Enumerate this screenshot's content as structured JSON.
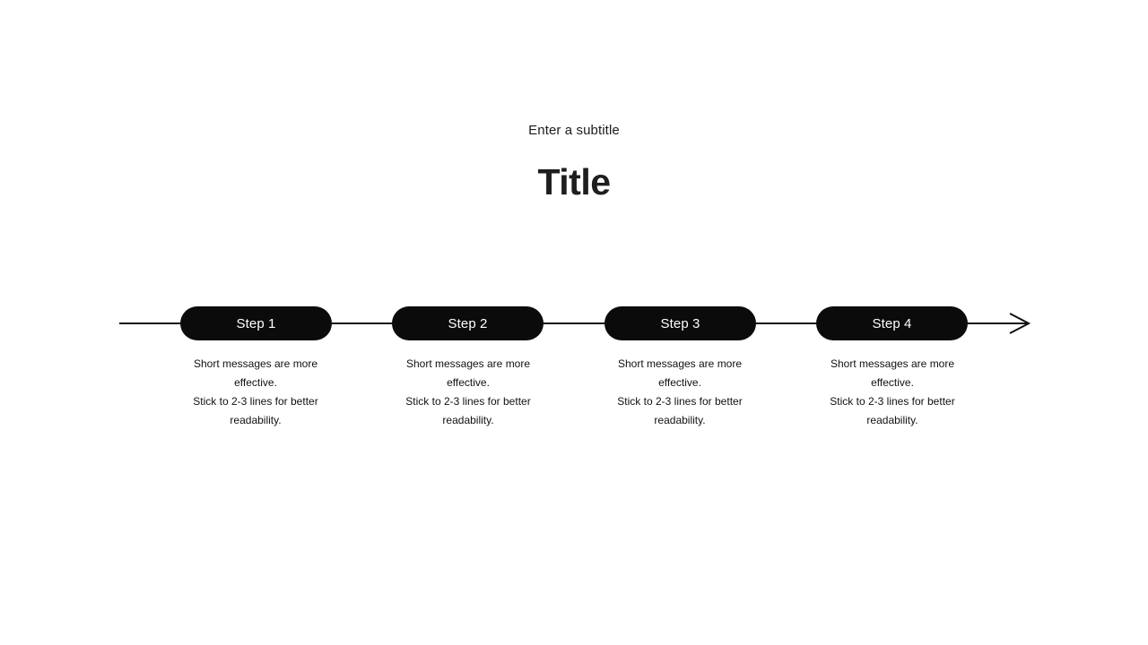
{
  "header": {
    "subtitle": "Enter a subtitle",
    "title": "Title"
  },
  "steps": [
    {
      "label": "Step 1",
      "desc_lines": [
        "Short messages are more",
        "effective.",
        "Stick to 2-3 lines for better",
        "readability."
      ]
    },
    {
      "label": "Step 2",
      "desc_lines": [
        "Short messages are more",
        "effective.",
        "Stick to 2-3 lines for better",
        "readability."
      ]
    },
    {
      "label": "Step 3",
      "desc_lines": [
        "Short messages are more",
        "effective.",
        "Stick to 2-3 lines for better",
        "readability."
      ]
    },
    {
      "label": "Step 4",
      "desc_lines": [
        "Short messages are more",
        "effective.",
        "Stick to 2-3 lines for better",
        "readability."
      ]
    }
  ],
  "colors": {
    "background": "#ffffff",
    "pill_bg": "#0b0b0b",
    "pill_text": "#ffffff",
    "line": "#111111",
    "title_text": "#1e1e1e",
    "body_text": "#111111"
  }
}
